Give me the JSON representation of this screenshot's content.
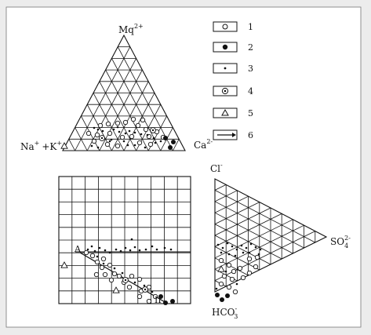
{
  "colors": {
    "background": "#ececec",
    "panel": "#ffffff",
    "ink": "#111111"
  },
  "cation_triangle": {
    "apex_top": "Mq",
    "apex_top_charge": "2+",
    "apex_left": "Na",
    "apex_left_charge": "+",
    "apex_left_plus": "+K",
    "apex_left_plus_charge": "+",
    "apex_right": "Ca",
    "apex_right_charge": "2-"
  },
  "anion_triangle": {
    "apex_top": "Cl",
    "apex_top_charge": "-",
    "apex_right": "SO",
    "apex_right_sub": "4",
    "apex_right_charge": "2-",
    "apex_bottom": "HCO",
    "apex_bottom_sub": "3",
    "apex_bottom_charge": "-"
  },
  "diamond_grid": {
    "line_label_start": "A",
    "line_label_end": "II"
  },
  "legend": [
    {
      "number": "1",
      "symbol": "open-circle-icon"
    },
    {
      "number": "2",
      "symbol": "filled-circle-icon"
    },
    {
      "number": "3",
      "symbol": "small-dot-icon"
    },
    {
      "number": "4",
      "symbol": "dotted-circle-icon"
    },
    {
      "number": "5",
      "symbol": "triangle-icon"
    },
    {
      "number": "6",
      "symbol": "arrow-icon"
    }
  ]
}
